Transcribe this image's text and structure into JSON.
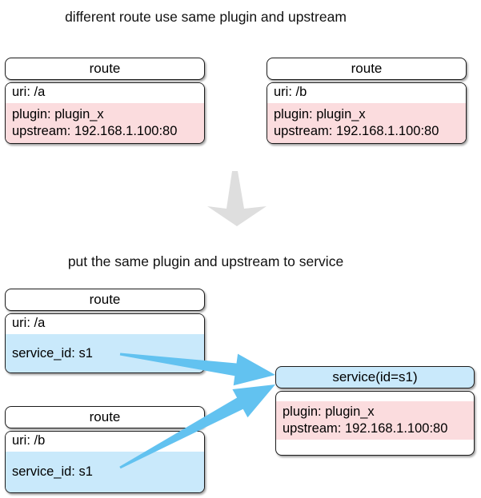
{
  "colors": {
    "pink_fill": "#fbdcde",
    "blue_fill": "#c9e9fb",
    "arrow_blue": "#62c2f0",
    "arrow_gray": "#dedede",
    "border": "#1c1c1c"
  },
  "section_top": {
    "title": "different route use same plugin and upstream",
    "routes": [
      {
        "header": "route",
        "uri": "uri: /a",
        "lines": [
          "plugin: plugin_x",
          "upstream: 192.168.1.100:80"
        ]
      },
      {
        "header": "route",
        "uri": "uri: /b",
        "lines": [
          "plugin: plugin_x",
          "upstream: 192.168.1.100:80"
        ]
      }
    ]
  },
  "section_bottom": {
    "title": "put the same plugin and upstream to service",
    "routes": [
      {
        "header": "route",
        "uri": "uri: /a",
        "service_id": "service_id: s1"
      },
      {
        "header": "route",
        "uri": "uri: /b",
        "service_id": "service_id: s1"
      }
    ],
    "service": {
      "header": "service(id=s1)",
      "lines": [
        "plugin: plugin_x",
        "upstream: 192.168.1.100:80"
      ]
    }
  }
}
